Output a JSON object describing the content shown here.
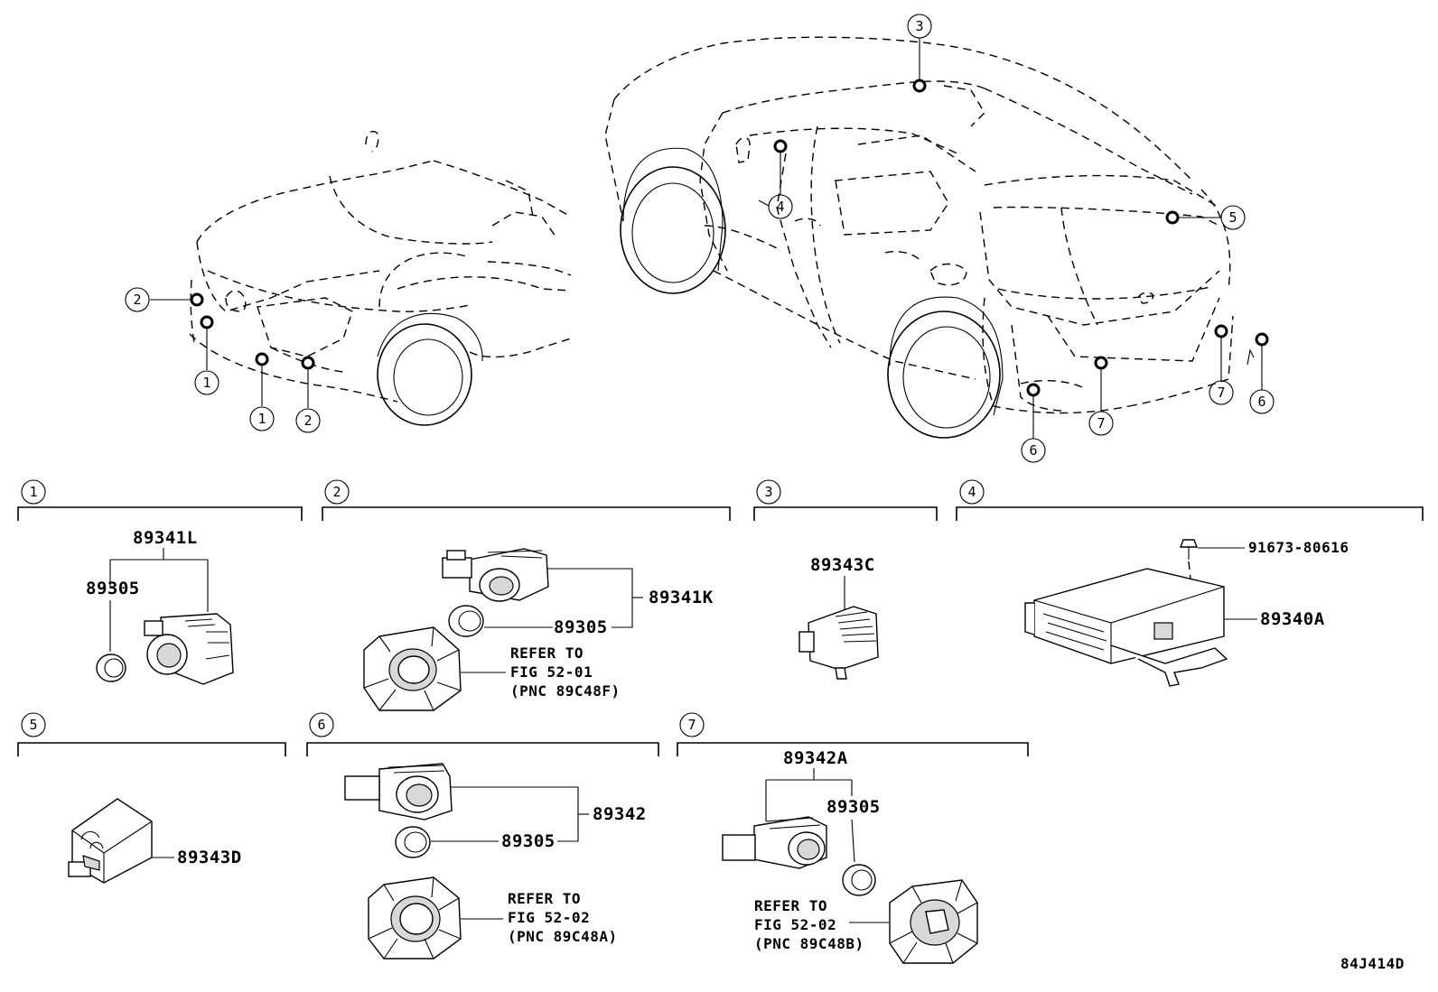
{
  "diagram_code": "84J414D",
  "callout_numbers": {
    "n1": "1",
    "n2": "2",
    "n3": "3",
    "n4": "4",
    "n5": "5",
    "n6": "6",
    "n7": "7"
  },
  "sections": {
    "s1": {
      "number": "1",
      "parts": {
        "assembly": "89341L",
        "ring": "89305"
      }
    },
    "s2": {
      "number": "2",
      "parts": {
        "assembly": "89341K",
        "ring": "89305"
      },
      "refer": {
        "line1": "REFER TO",
        "line2": "FIG 52-01",
        "line3": "(PNC 89C48F)"
      }
    },
    "s3": {
      "number": "3",
      "parts": {
        "assembly": "89343C"
      }
    },
    "s4": {
      "number": "4",
      "parts": {
        "bolt": "91673-80616",
        "module": "89340A"
      }
    },
    "s5": {
      "number": "5",
      "parts": {
        "sensor": "89343D"
      }
    },
    "s6": {
      "number": "6",
      "parts": {
        "assembly": "89342",
        "ring": "89305"
      },
      "refer": {
        "line1": "REFER TO",
        "line2": "FIG 52-02",
        "line3": "(PNC 89C48A)"
      }
    },
    "s7": {
      "number": "7",
      "parts": {
        "assembly": "89342A",
        "ring": "89305"
      },
      "refer": {
        "line1": "REFER TO",
        "line2": "FIG 52-02",
        "line3": "(PNC 89C48B)"
      }
    }
  }
}
